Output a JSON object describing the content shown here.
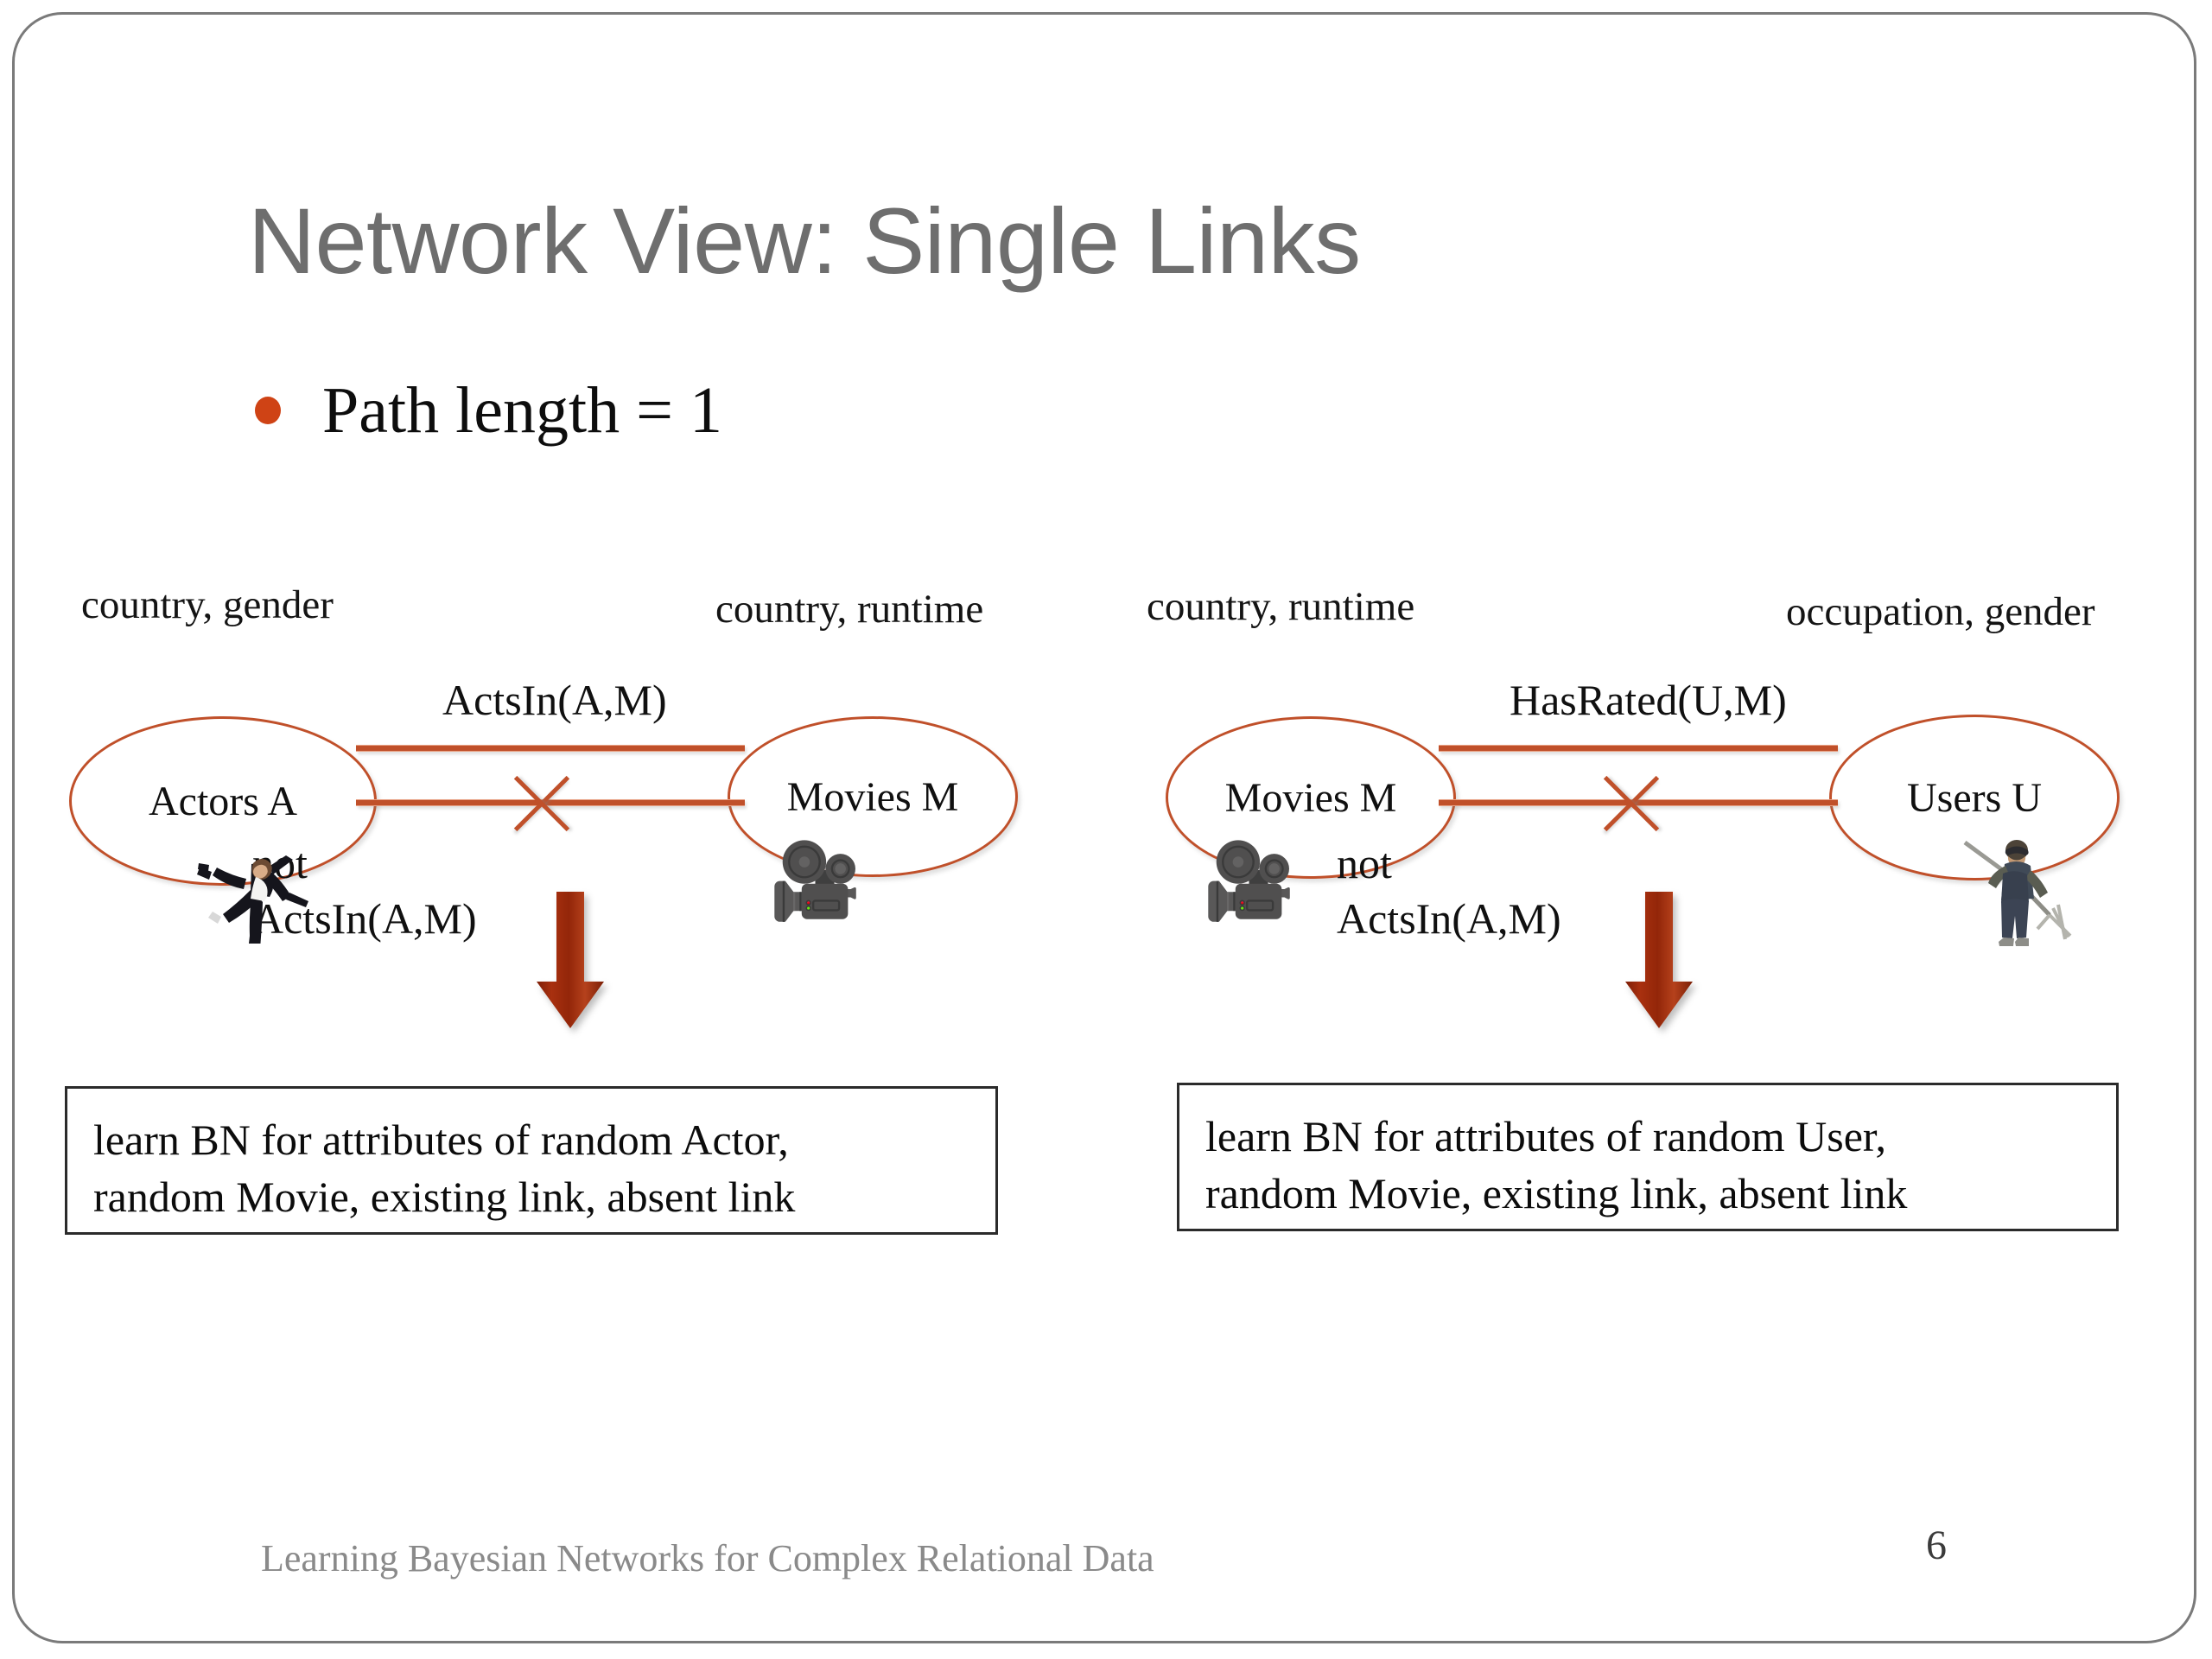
{
  "slide": {
    "title": "Network View: Single Links",
    "bullet": {
      "text": "Path length = 1",
      "bullet_color": "#cf4315"
    },
    "accent_color": "#c0502a",
    "arrow_color": "#9e2b10",
    "footer": "Learning Bayesian Networks for Complex Relational Data",
    "page_number": "6"
  },
  "diagrams": [
    {
      "id": "actors-movies",
      "left_attributes": "country, gender",
      "right_attributes": "country, runtime",
      "left_node": "Actors A",
      "right_node": "Movies M",
      "relation_label": "ActsIn(A,M)",
      "negated_label": "not\nActsIn(A,M)",
      "left_icon": "actor-photo-icon",
      "right_icon": "movie-camera-icon",
      "outcome": "learn BN for attributes of random Actor,\nrandom Movie, existing link, absent link"
    },
    {
      "id": "movies-users",
      "left_attributes": "country, runtime",
      "right_attributes": "occupation, gender",
      "left_node": "Movies M",
      "right_node": "Users U",
      "relation_label": "HasRated(U,M)",
      "negated_label": "not\nActsIn(A,M)",
      "left_icon": "movie-camera-icon",
      "right_icon": "user-farmer-photo-icon",
      "outcome": "learn BN for attributes of random User,\nrandom Movie, existing link, absent link"
    }
  ]
}
